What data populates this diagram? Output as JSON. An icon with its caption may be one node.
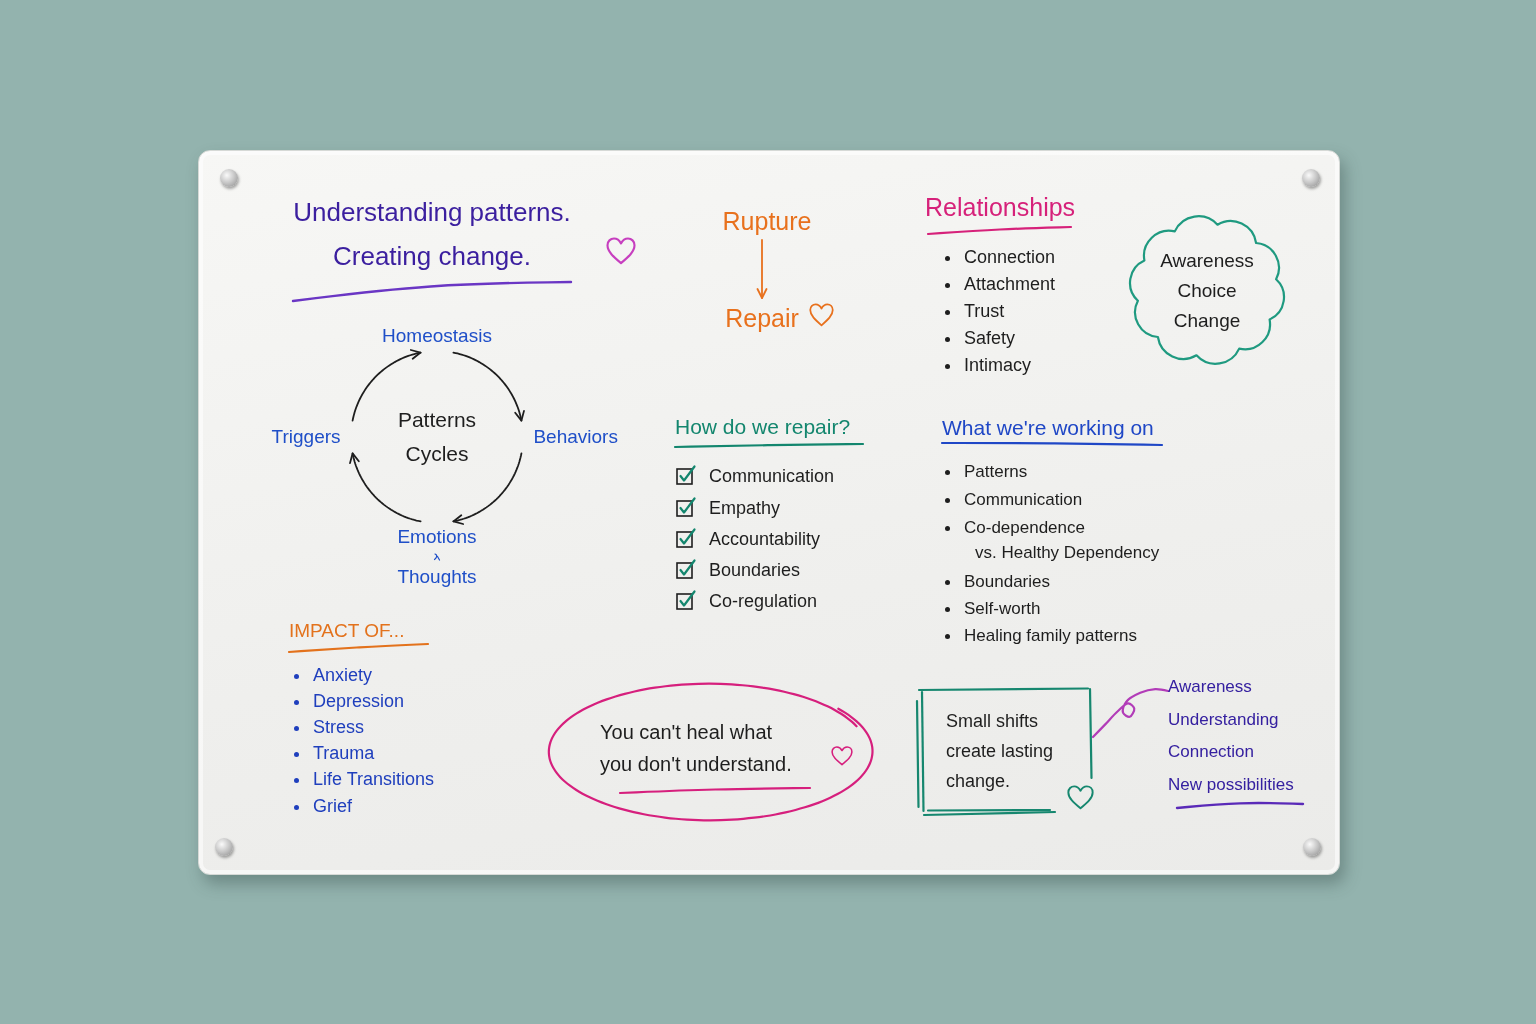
{
  "diagram": {
    "title": "Understanding patterns. Creating change.",
    "nodes": [
      {
        "text": [
          "Rupture"
        ]
      },
      {
        "text": [
          "Repair"
        ]
      },
      {
        "text": [
          "Awareness",
          "Choice",
          "Change"
        ]
      },
      {
        "text": [
          "Homeostasis"
        ]
      },
      {
        "text": [
          "Triggers"
        ]
      },
      {
        "text": [
          "Behaviors"
        ]
      },
      {
        "text": [
          "Emotions",
          "Thoughts"
        ]
      },
      {
        "text": [
          "You can't heal what you don't understand."
        ]
      },
      {
        "text": [
          "Small shifts create lasting change."
        ]
      },
      {
        "text": [
          "Awareness",
          "Understanding",
          "Connection",
          "New possibilities"
        ]
      }
    ],
    "edges": [
      {
        "from": 0,
        "to": 1,
        "arrow": "to",
        "color": "#e8711d"
      },
      {
        "from": 4,
        "to": 3,
        "arrow": "to"
      },
      {
        "from": 3,
        "to": 5,
        "arrow": "to"
      },
      {
        "from": 5,
        "to": 6,
        "arrow": "to"
      },
      {
        "from": 6,
        "to": 4,
        "arrow": "to"
      },
      {
        "from": 8,
        "to": 9,
        "arrow": "none",
        "color": "#b23cb8"
      }
    ],
    "labels": [
      "Patterns Cycles",
      "Relationships",
      "Connection",
      "Attachment",
      "Trust",
      "Safety",
      "Intimacy",
      "How do we repair?",
      "Communication",
      "Empathy",
      "Accountability",
      "Boundaries",
      "Co-regulation",
      "What we're working on",
      "Patterns",
      "Communication",
      "Co-dependence vs. Healthy Dependency",
      "Boundaries",
      "Self-worth",
      "Healing family patterns",
      "IMPACT OF...",
      "Anxiety",
      "Depression",
      "Stress",
      "Trauma",
      "Life Transitions",
      "Grief"
    ]
  }
}
